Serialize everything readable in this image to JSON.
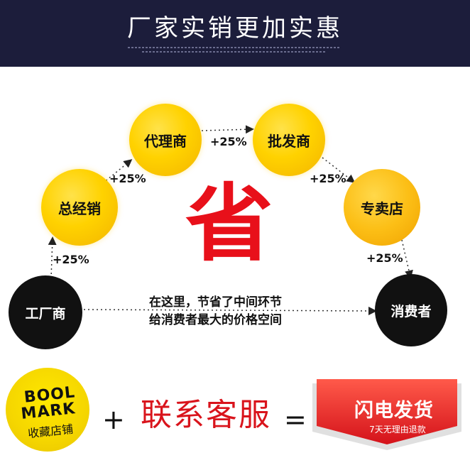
{
  "banner": {
    "title": "厂家实销更加实惠"
  },
  "nodes": {
    "factory": "工厂商",
    "general_distributor": "总经销",
    "agent": "代理商",
    "wholesaler": "批发商",
    "store": "专卖店",
    "consumer": "消费者"
  },
  "markup": "+25%",
  "center_char": "省",
  "middle_text": {
    "line1": "在这里，节省了中间环节",
    "line2": "给消费者最大的价格空间"
  },
  "badge": {
    "line1": "BOOL",
    "line2": "MARK",
    "line3": "收藏店铺"
  },
  "bottom": {
    "plus": "+",
    "contact": "联系客服",
    "equals": "=",
    "flash_title": "闪电发货",
    "flash_sub": "7天无理由退款"
  },
  "colors": {
    "banner": "#1c1d3b",
    "accent_red": "#e8101a",
    "gold": "#ffd200",
    "node_dark": "#111111"
  }
}
